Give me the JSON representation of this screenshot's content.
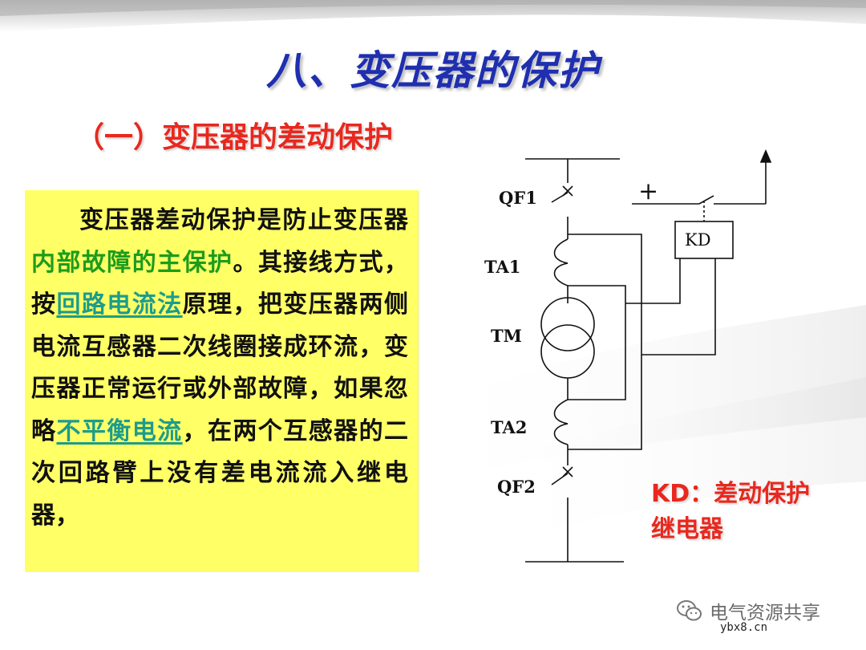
{
  "title": "八、变压器的保护",
  "subtitle": "（一）变压器的差动保护",
  "paragraph": {
    "p1": "变压器差动保护是防止变压器",
    "p2": "内部故障的主保护",
    "p3": "。其接线方式，按",
    "p4": "回路电流法",
    "p5": "原理，把变压器两侧电流互感器二次线圈接成环流，变压器正常运行或外部故障，如果忽略",
    "p6": "不平衡电流",
    "p7": "，在两个互感器的二次回路臂上没有差电流流入继电器，"
  },
  "diagram": {
    "labels": {
      "qf1": "QF1",
      "ta1": "TA1",
      "tm": "TM",
      "ta2": "TA2",
      "qf2": "QF2",
      "kd": "KD",
      "plus": "+"
    }
  },
  "note": "KD：差动保护继电器",
  "watermark": {
    "text": "电气资源共享",
    "site": "ybx8.cn"
  },
  "colors": {
    "title": "#1f2fb0",
    "subtitle": "#e8281e",
    "highlight_box": "#ffff66",
    "green_text": "#1c9c1c",
    "teal_link": "#1c9c8c"
  }
}
